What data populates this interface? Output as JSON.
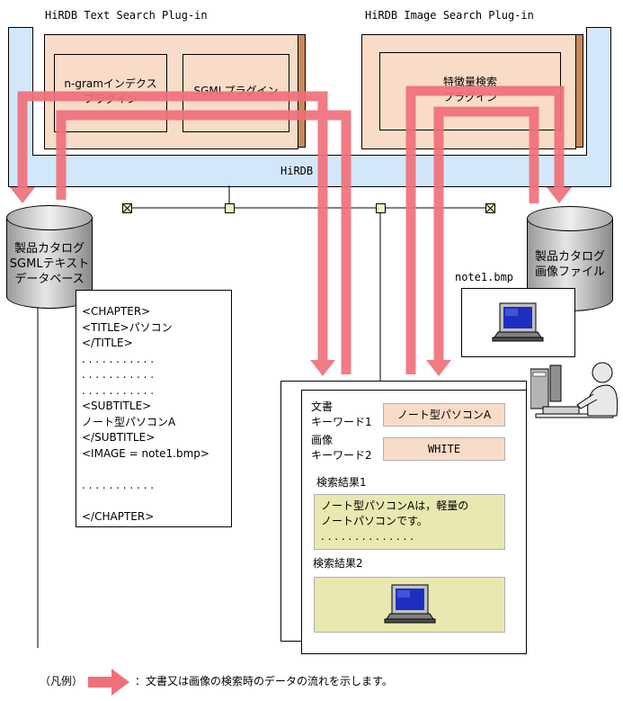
{
  "plugins": {
    "text": {
      "title": "HiRDB Text Search Plug-in",
      "ngram_line1": "n-gramインデクス",
      "ngram_line2": "プラグイン",
      "sgml": "SGMLプラグイン"
    },
    "image": {
      "title": "HiRDB Image Search Plug-in",
      "feature_line1": "特徴量検索",
      "feature_line2": "プラグイン"
    }
  },
  "hirdb_label": "HiRDB",
  "databases": {
    "sgml_db": [
      "製品カタログ",
      "SGMLテキスト",
      "データベース"
    ],
    "image_file": [
      "製品カタログ",
      "画像ファイル"
    ]
  },
  "image_file_name": "note1.bmp",
  "sgml_doc": {
    "lines": [
      "<CHAPTER>",
      "<TITLE>パソコン",
      "</TITLE>",
      ". . . . . . . . . . .",
      ". . . . . . . . . . .",
      ". . . . . . . . . . .",
      "<SUBTITLE>",
      "ノート型パソコンA",
      "</SUBTITLE>",
      "<IMAGE = note1.bmp>",
      "",
      ". . . . . . . . . . .",
      "",
      "</CHAPTER>"
    ]
  },
  "search_screen": {
    "keyword1_line1": "文書",
    "keyword1_line2": "キーワード1",
    "keyword1_value": "ノート型パソコンA",
    "keyword2_line1": "画像",
    "keyword2_line2": "キーワード2",
    "keyword2_value": "WHITE",
    "result1_label": "検索結果1",
    "result1_line1": "ノート型パソコンAは，軽量の",
    "result1_line2": "ノートパソコンです。",
    "result1_line3": ". . . . . . . . . . . . . .",
    "result2_label": "検索結果2"
  },
  "legend": {
    "prefix": "（凡例）",
    "text": "：文書又は画像の検索時のデータの流れを示します。"
  },
  "colors": {
    "flow_arrow": "#f0707a",
    "plugin_fill": "#f8dcc8",
    "hirdb_fill": "#d2e8fa",
    "result_fill": "#e8e8b0"
  }
}
